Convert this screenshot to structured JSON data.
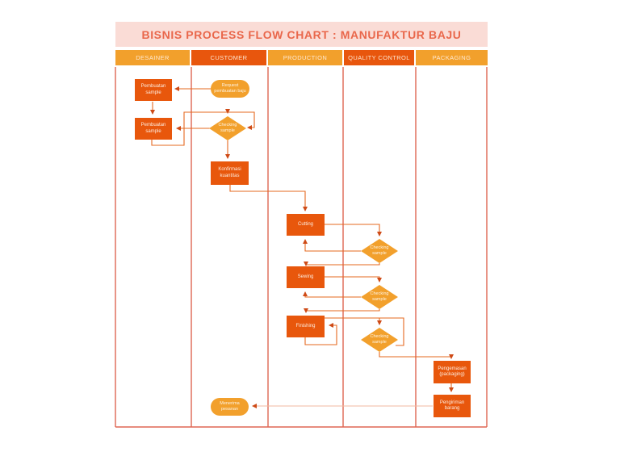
{
  "title": "BISNIS PROCESS FLOW CHART : MANUFAKTUR BAJU",
  "lanes": [
    {
      "label": "DESAINER",
      "tone": "light"
    },
    {
      "label": "CUSTOMER",
      "tone": "dark"
    },
    {
      "label": "PRODUCTION",
      "tone": "light"
    },
    {
      "label": "QUALITY CONTROL",
      "tone": "dark"
    },
    {
      "label": "PACKAGING",
      "tone": "light"
    }
  ],
  "nodes": {
    "pembuatan_sample_1": {
      "label": "Pembuatan sample",
      "lane": "DESAINER",
      "shape": "process"
    },
    "request_pembuatan_baju": {
      "label": "Request pembuatan baju",
      "lane": "CUSTOMER",
      "shape": "terminator"
    },
    "pembuatan_sample_2": {
      "label": "Pembuatan sample",
      "lane": "DESAINER",
      "shape": "process"
    },
    "checking_sample_customer": {
      "label": "Checking sample",
      "lane": "CUSTOMER",
      "shape": "decision"
    },
    "konfirmasi_kuantitas": {
      "label": "Konfirmasi kuantitas",
      "lane": "CUSTOMER",
      "shape": "process"
    },
    "cutting": {
      "label": "Cutting",
      "lane": "PRODUCTION",
      "shape": "process"
    },
    "checking_sample_qc1": {
      "label": "Checking sample",
      "lane": "QUALITY CONTROL",
      "shape": "decision"
    },
    "sewing": {
      "label": "Sewing",
      "lane": "PRODUCTION",
      "shape": "process"
    },
    "checking_sample_qc2": {
      "label": "Checking sample",
      "lane": "QUALITY CONTROL",
      "shape": "decision"
    },
    "finishing": {
      "label": "Finishing",
      "lane": "PRODUCTION",
      "shape": "process"
    },
    "checking_sample_qc3": {
      "label": "Checking sample",
      "lane": "QUALITY CONTROL",
      "shape": "decision"
    },
    "pengemasan": {
      "label": "Pengemasan (packaging)",
      "lane": "PACKAGING",
      "shape": "process"
    },
    "pengiriman_barang": {
      "label": "Pengiriman barang",
      "lane": "PACKAGING",
      "shape": "process"
    },
    "menerima_pesanan": {
      "label": "Menerima pesanan",
      "lane": "CUSTOMER",
      "shape": "terminator"
    }
  },
  "colors": {
    "process_fill": "#E8570C",
    "decision_fill": "#F2A02C",
    "lane_header_light": "#F2A02C",
    "lane_header_dark": "#E8560D",
    "lane_border": "#DF6753",
    "title_bg": "#FADCD6",
    "title_text": "#E9674B",
    "connector": "#E5691F",
    "connector_faded": "#F1B9A2",
    "arrowhead": "#CE4A16"
  }
}
